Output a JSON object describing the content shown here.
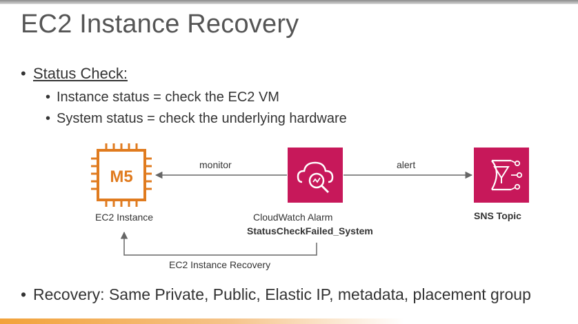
{
  "title": "EC2 Instance Recovery",
  "bullets": {
    "status_check": {
      "label": "Status Check:",
      "items": [
        "Instance status = check the EC2 VM",
        "System status = check the underlying hardware"
      ]
    },
    "recovery": {
      "label": "Recovery:",
      "text": "Same Private, Public, Elastic IP, metadata, placement group"
    }
  },
  "diagram": {
    "ec2": {
      "chip_label": "M5",
      "label": "EC2 Instance",
      "icon": "ec2-chip-icon"
    },
    "cloudwatch": {
      "label": "CloudWatch Alarm",
      "sublabel": "StatusCheckFailed_System",
      "icon": "cloudwatch-alarm-icon"
    },
    "sns": {
      "label": "SNS Topic",
      "icon": "sns-topic-icon"
    },
    "edges": {
      "monitor": "monitor",
      "alert": "alert",
      "recovery": "EC2 Instance Recovery"
    },
    "colors": {
      "ec2": "#e07b1f",
      "cloudwatch": "#c7185a",
      "sns": "#c7185a"
    }
  }
}
